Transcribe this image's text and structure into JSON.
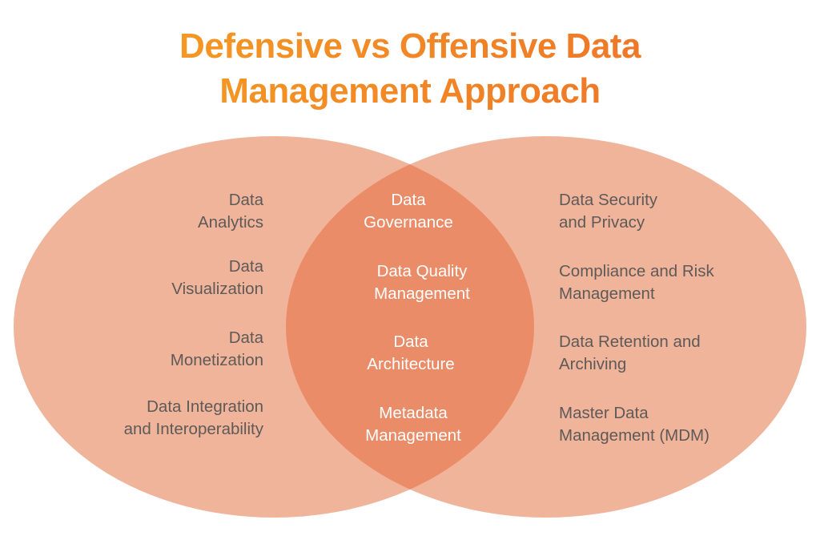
{
  "title": {
    "line1": "Defensive vs Offensive Data",
    "line2": "Management Approach"
  },
  "colors": {
    "title_gradient_start": "#f6a421",
    "title_gradient_end": "#ec6b2a",
    "circle_fill": "#f0b49b",
    "overlap_fill": "#ea8c68",
    "side_text": "#5e5a58",
    "center_text": "#ffffff"
  },
  "venn": {
    "left_set": {
      "items": [
        {
          "line1": "Data",
          "line2": "Analytics"
        },
        {
          "line1": "Data",
          "line2": "Visualization"
        },
        {
          "line1": "Data",
          "line2": "Monetization"
        },
        {
          "line1": "Data Integration",
          "line2": "and Interoperability"
        }
      ]
    },
    "overlap": {
      "items": [
        {
          "line1": "Data",
          "line2": "Governance"
        },
        {
          "line1": "Data Quality",
          "line2": "Management"
        },
        {
          "line1": "Data",
          "line2": "Architecture"
        },
        {
          "line1": "Metadata",
          "line2": "Management"
        }
      ]
    },
    "right_set": {
      "items": [
        {
          "line1": "Data Security",
          "line2": "and Privacy"
        },
        {
          "line1": "Compliance and Risk",
          "line2": "Management"
        },
        {
          "line1": "Data Retention and",
          "line2": "Archiving"
        },
        {
          "line1": "Master Data",
          "line2": "Management (MDM)"
        }
      ]
    }
  }
}
